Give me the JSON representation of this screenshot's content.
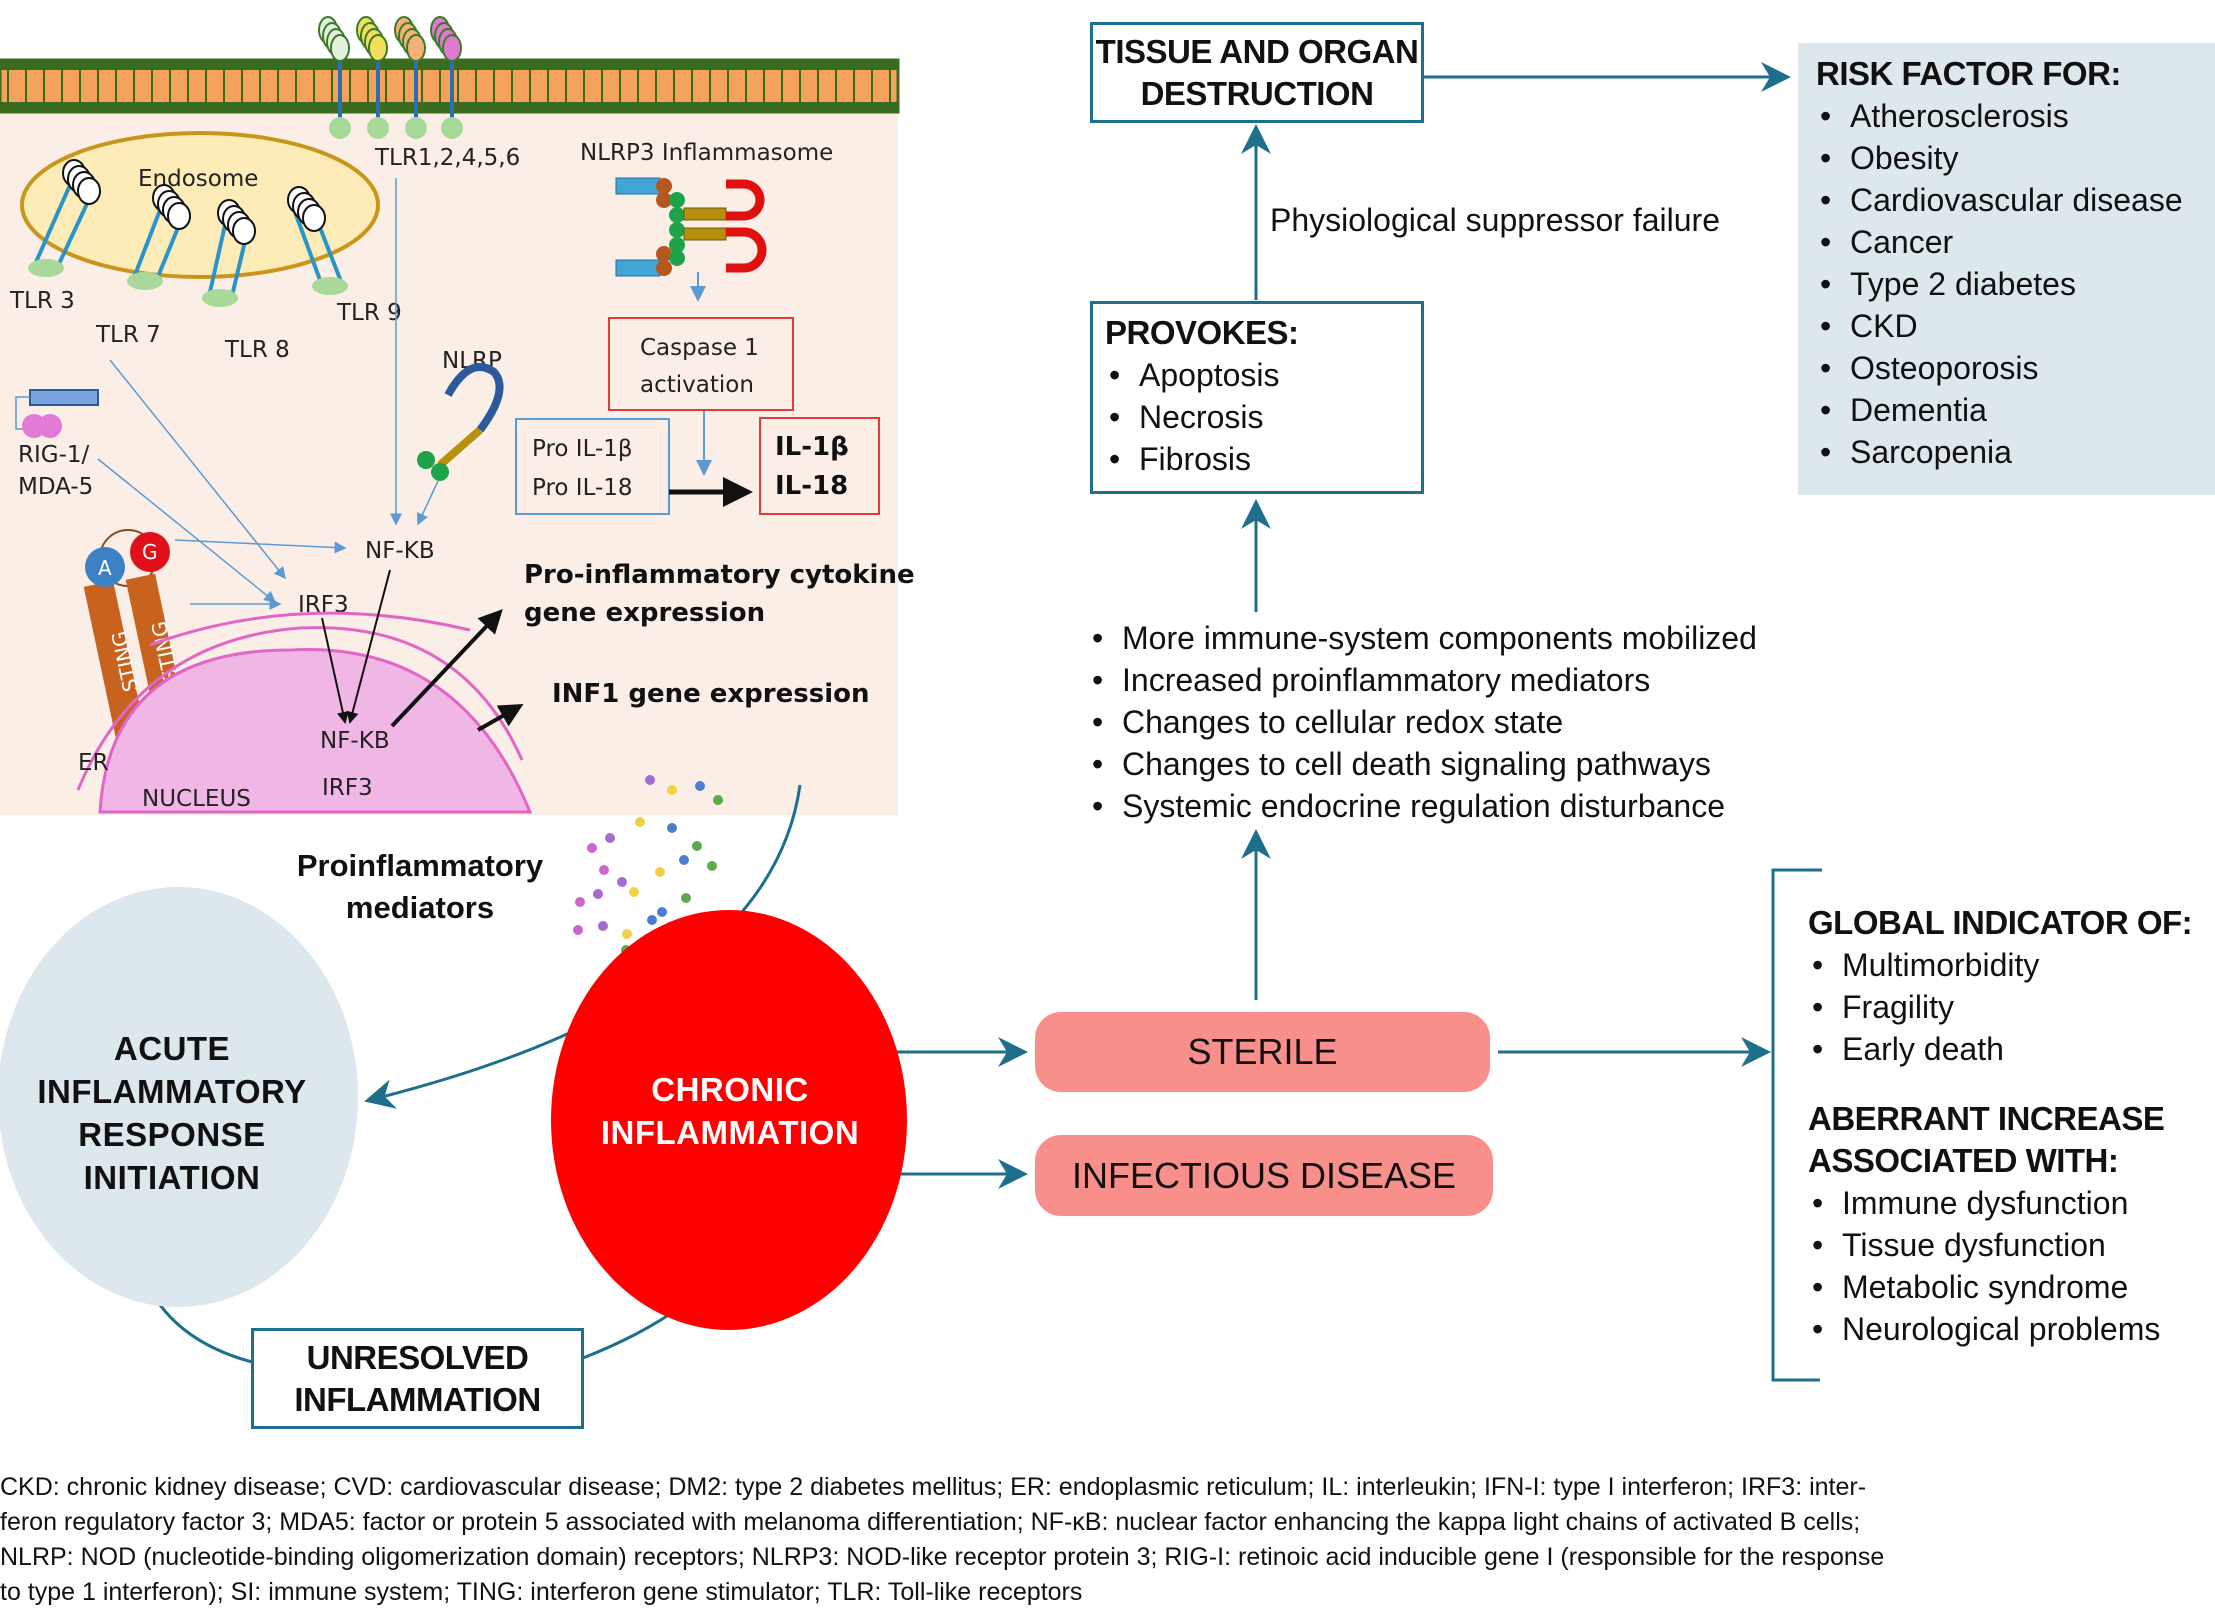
{
  "cell_panel": {
    "receptor_label": "TLR1,2,4,5,6",
    "endosome_label": "Endosome",
    "tlr_labels": [
      "TLR 3",
      "TLR 7",
      "TLR 8",
      "TLR 9"
    ],
    "nlrp3_label": "NLRP3 Inflammasome",
    "caspase_label_line1": "Caspase 1",
    "caspase_label_line2": "activation",
    "pro_il_line1": "Pro IL-1β",
    "pro_il_line2": "Pro IL-18",
    "il_line1": "IL-1β",
    "il_line2": "IL-18",
    "nlrp_label": "NLRP",
    "rig_line1": "RIG-1/",
    "rig_line2": "MDA-5",
    "nfkb_label": "NF-KB",
    "irf3_label": "IRF3",
    "sting_a": "A",
    "sting_g": "G",
    "sting_label": "STING",
    "cytokine_line1": "Pro-inflammatory cytokine",
    "cytokine_line2": "gene expression",
    "inf1_label": "INF1 gene expression",
    "nucleus_nfkb": "NF-KB",
    "nucleus_irf3": "IRF3",
    "er_label": "ER",
    "nucleus_label": "NUCLEUS"
  },
  "mediators": {
    "line1": "Proinflammatory",
    "line2": "mediators"
  },
  "acute": {
    "lines": [
      "ACUTE",
      "INFLAMMATORY",
      "RESPONSE",
      "INITIATION"
    ]
  },
  "chronic": {
    "lines": [
      "CHRONIC",
      "INFLAMMATION"
    ]
  },
  "unresolved": {
    "lines": [
      "UNRESOLVED",
      "INFLAMMATION"
    ]
  },
  "sterile_label": "STERILE",
  "infectious_label": "INFECTIOUS DISEASE",
  "tissue": {
    "lines": [
      "TISSUE AND ORGAN",
      "DESTRUCTION"
    ]
  },
  "suppressor_label": "Physiological suppressor failure",
  "provokes": {
    "title": "PROVOKES:",
    "items": [
      "Apoptosis",
      "Necrosis",
      "Fibrosis"
    ]
  },
  "risk": {
    "title": "RISK FACTOR FOR:",
    "items": [
      "Atherosclerosis",
      "Obesity",
      "Cardiovascular disease",
      "Cancer",
      "Type 2 diabetes",
      "CKD",
      "Osteoporosis",
      "Dementia",
      "Sarcopenia"
    ]
  },
  "effects": {
    "items": [
      "More immune-system components mobilized",
      "Increased proinflammatory mediators",
      "Changes to cellular redox state",
      "Changes to cell death signaling pathways",
      "Systemic endocrine regulation disturbance"
    ]
  },
  "global": {
    "title": "GLOBAL INDICATOR OF:",
    "items": [
      "Multimorbidity",
      "Fragility",
      "Early death"
    ]
  },
  "aberrant": {
    "title_line1": "ABERRANT INCREASE",
    "title_line2": "ASSOCIATED WITH:",
    "items": [
      "Immune dysfunction",
      "Tissue dysfunction",
      "Metabolic syndrome",
      "Neurological problems"
    ]
  },
  "footnote": {
    "lines": [
      "CKD: chronic kidney disease; CVD: cardiovascular disease; DM2: type 2 diabetes mellitus; ER: endoplasmic reticulum; IL: interleukin; IFN-I: type I interferon; IRF3: inter-",
      "feron regulatory factor 3; MDA5: factor or protein 5 associated with melanoma differentiation; NF-κB: nuclear factor enhancing the kappa light chains of activated B cells;",
      "NLRP: NOD (nucleotide-binding oligomerization domain) receptors; NLRP3: NOD-like receptor protein 3; RIG-I: retinoic acid inducible gene I (responsible for the response",
      "to type 1 interferon); SI: immune system; TING: interferon gene stimulator; TLR: Toll-like receptors"
    ]
  },
  "colors": {
    "flow_arrow": "#1d6f8c",
    "chronic_fill": "#ff0000",
    "acute_fill": "#dce7ee",
    "pill_fill": "#f88f8b",
    "risk_fill": "#dce7ee",
    "cell_bg": "#fbeee6"
  }
}
